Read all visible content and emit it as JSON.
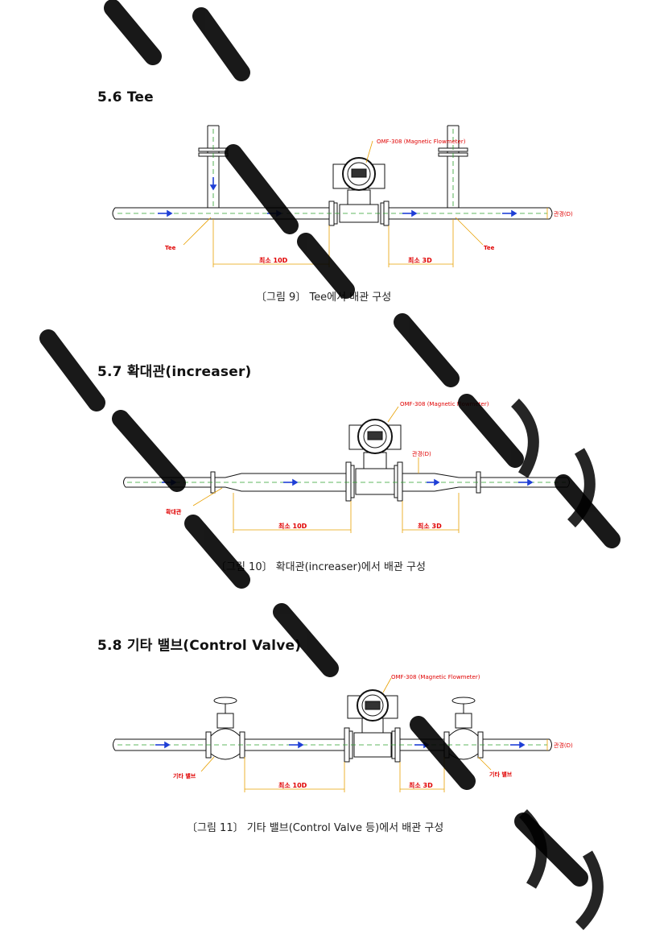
{
  "sections": {
    "s56": {
      "heading": "5.6 Tee",
      "meter": "OMF-308 (Magnetic Flowmeter)",
      "tee_left": "Tee",
      "tee_right": "Tee",
      "dim_left": "최소 10D",
      "dim_right": "최소 3D",
      "diameter": "관경(D)",
      "caption": "〔그림 9〕 Tee에서 배관 구성"
    },
    "s57": {
      "heading": "5.7 확대관(increaser)",
      "meter": "OMF-308 (Magnetic Flowmeter)",
      "increaser": "확대관",
      "dim_left": "최소 10D",
      "dim_right": "최소 3D",
      "diameter": "관경(D)",
      "caption": "〔그림 10〕 확대관(increaser)에서 배관 구성"
    },
    "s58": {
      "heading": "5.8 기타 밸브(Control Valve)",
      "meter": "OMF-308 (Magnetic Flowmeter)",
      "valve_left": "기타 밸브",
      "valve_right": "기타 밸브",
      "dim_left": "최소 10D",
      "dim_right": "최소 3D",
      "diameter": "관경(D)",
      "caption": "〔그림 11〕 기타 밸브(Control Valve 등)에서 배관 구성"
    }
  },
  "colors": {
    "dimension": "#e00000",
    "flow_arrow": "#1f3fd6",
    "centerline": "#2ca02c"
  }
}
